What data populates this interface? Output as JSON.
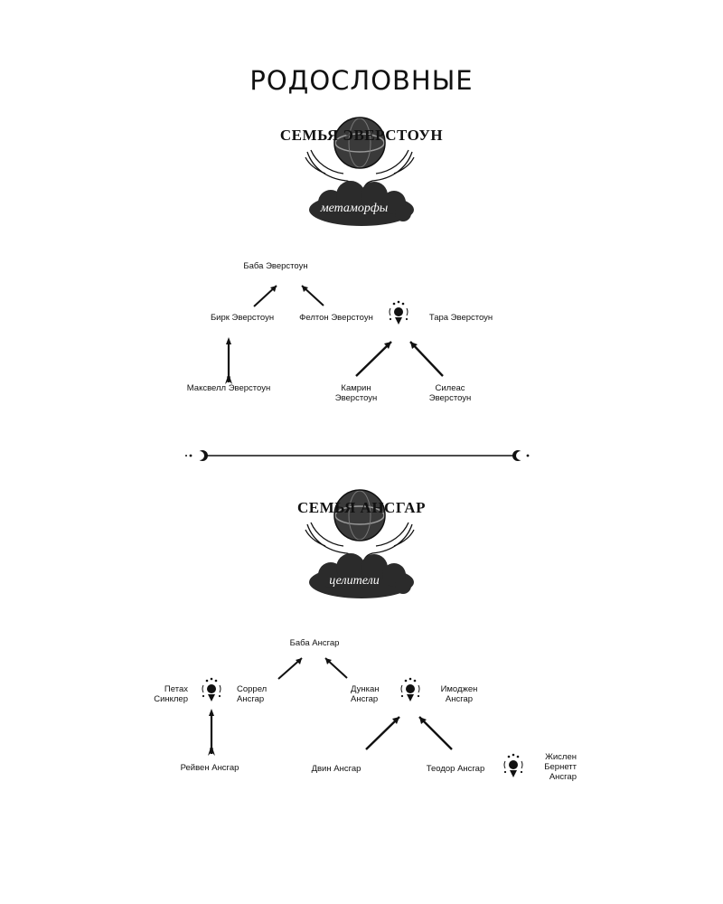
{
  "page": {
    "title": "РОДОСЛОВНЫЕ"
  },
  "families": [
    {
      "name": "СЕМЬЯ ЭВЕРСТОУН",
      "motto": "метаморфы",
      "members": {
        "baba": "Баба Эверстоун",
        "birk": "Бирк Эверстоун",
        "felton": "Фелтон Эверстоун",
        "tara": "Тара Эверстоун",
        "maxwell": "Максвелл Эверстоун",
        "kamrin_1": "Камрин",
        "kamrin_2": "Эверстоун",
        "sileas_1": "Силеас",
        "sileas_2": "Эверстоун"
      }
    },
    {
      "name": "СЕМЬЯ АНСГАР",
      "motto": "целители",
      "members": {
        "baba": "Баба Ансгар",
        "petah_1": "Петах",
        "petah_2": "Синклер",
        "sorrel_1": "Соррел",
        "sorrel_2": "Ансгар",
        "duncan_1": "Дункан",
        "duncan_2": "Ансгар",
        "imogen_1": "Имоджен",
        "imogen_2": "Ансгар",
        "raven": "Рейвен Ансгар",
        "dvin": "Двин Ансгар",
        "teodor": "Теодор Ансгар",
        "jislen_1": "Жислен",
        "jislen_2": "Бернетт",
        "jislen_3": "Ансгар"
      }
    }
  ],
  "icons": {
    "globe": "globe-icon",
    "hands": "hands-icon",
    "cloud": "cloud-icon",
    "marriage": "marriage-symbol-icon",
    "descent": "feather-arrow-icon",
    "divider": "moon-divider-icon"
  },
  "colors": {
    "ink": "#111111",
    "cloud": "#2b2b2b",
    "globe_dark": "#3a3a3a",
    "paper": "#ffffff"
  }
}
